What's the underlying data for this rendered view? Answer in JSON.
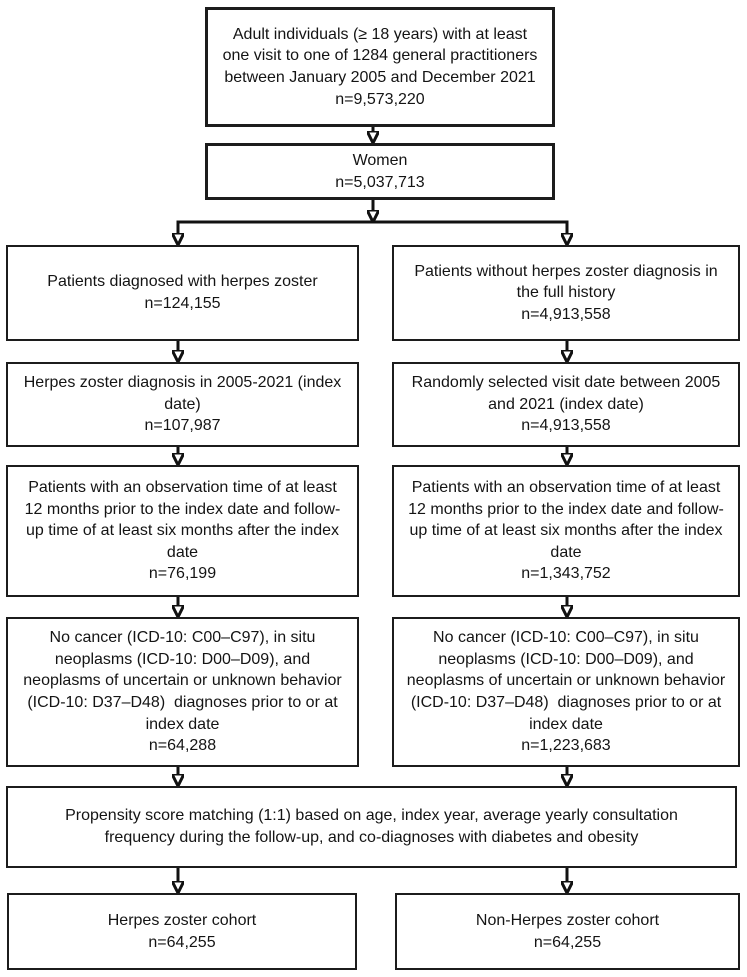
{
  "flowchart": {
    "top": {
      "label": "Adult individuals (≥ 18 years) with at least one visit to one of 1284 general practitioners between January 2005 and December 2021",
      "count": "n=9,573,220"
    },
    "women": {
      "label": "Women",
      "count": "n=5,037,713"
    },
    "left_column": [
      {
        "label": "Patients diagnosed with herpes zoster",
        "count": "n=124,155"
      },
      {
        "label": "Herpes zoster diagnosis in 2005-2021 (index date)",
        "count": "n=107,987"
      },
      {
        "label": "Patients with an observation time of at least 12 months prior to the index date and follow-up time of at least six months after the index date",
        "count": "n=76,199"
      },
      {
        "label": "No cancer (ICD-10: C00–C97), in situ neoplasms (ICD-10: D00–D09), and neoplasms of uncertain or unknown behavior (ICD-10: D37–D48)  diagnoses prior to or at index date",
        "count": "n=64,288"
      }
    ],
    "right_column": [
      {
        "label": "Patients without herpes zoster diagnosis in the full history",
        "count": "n=4,913,558"
      },
      {
        "label": "Randomly selected visit date between 2005 and 2021 (index date)",
        "count": "n=4,913,558"
      },
      {
        "label": "Patients with an observation time of at least 12 months prior to the index date and follow-up time of at least six months after the index date",
        "count": "n=1,343,752"
      },
      {
        "label": "No cancer (ICD-10: C00–C97), in situ neoplasms (ICD-10: D00–D09), and neoplasms of uncertain or unknown behavior (ICD-10: D37–D48)  diagnoses prior to or at index date",
        "count": "n=1,223,683"
      }
    ],
    "matching": {
      "label": "Propensity score matching (1:1) based on age, index year, average yearly consultation frequency during the follow-up, and co-diagnoses with diabetes and obesity"
    },
    "final_left": {
      "label": "Herpes zoster cohort",
      "count": "n=64,255"
    },
    "final_right": {
      "label": "Non-Herpes zoster cohort",
      "count": "n=64,255"
    }
  },
  "colors": {
    "background": "#ffffff",
    "border": "#1c1c1c",
    "text": "#141414",
    "arrow": "#111111"
  }
}
